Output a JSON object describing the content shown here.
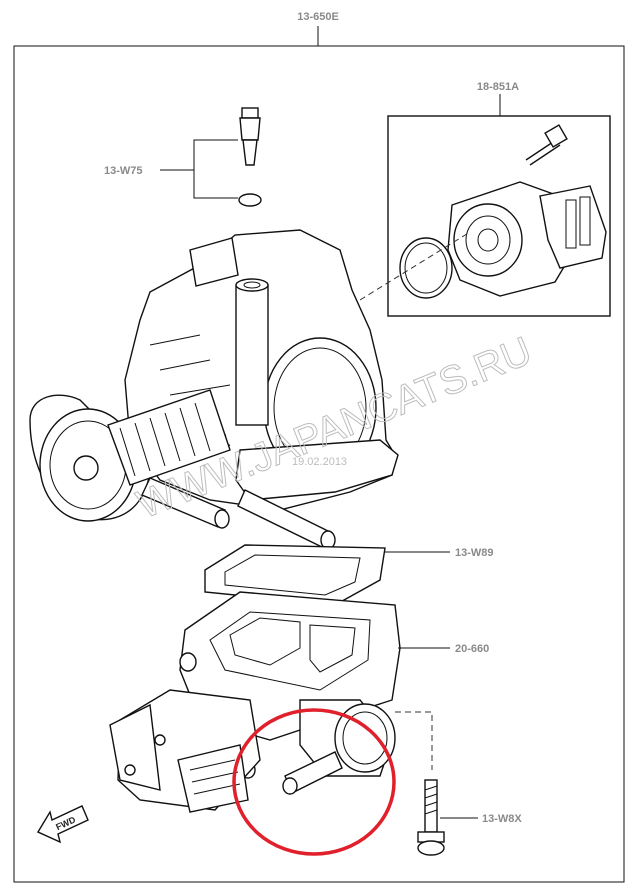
{
  "callouts": {
    "main_assembly": "13-650E",
    "sensor_group": "18-851A",
    "screw_seal": "13-W75",
    "gasket": "13-W89",
    "housing": "20-660",
    "bolt": "13-W8X"
  },
  "watermark": "WWW.JAPANCATS.RU",
  "date_stamp": "19.02.2013",
  "direction_marker": "FWD",
  "highlight_color": "#e0202a"
}
